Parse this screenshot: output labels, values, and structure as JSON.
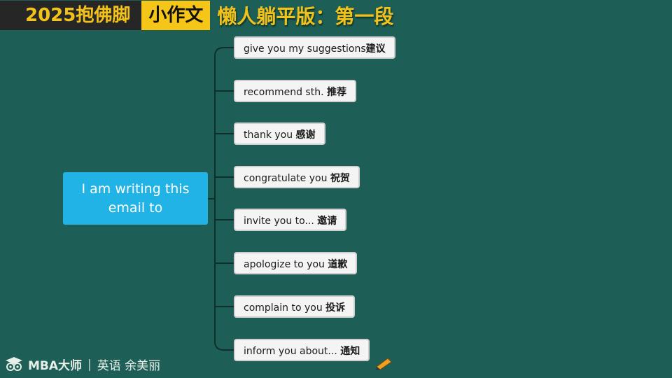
{
  "header": {
    "tag_year": "2025抱佛脚",
    "tag_topic": "小作文",
    "title": "懒人躺平版：第一段"
  },
  "mindmap": {
    "central": "I am writing this email to",
    "branches": [
      {
        "en": "give you my suggestions",
        "zh": "建议"
      },
      {
        "en": "recommend sth. ",
        "zh": "推荐"
      },
      {
        "en": "thank you ",
        "zh": "感谢"
      },
      {
        "en": "congratulate you ",
        "zh": "祝贺"
      },
      {
        "en": "invite you to... ",
        "zh": "邀请"
      },
      {
        "en": "apologize to you ",
        "zh": "道歉"
      },
      {
        "en": "complain to you ",
        "zh": "投诉"
      },
      {
        "en": "inform you about... ",
        "zh": "通知"
      }
    ]
  },
  "watermark": {
    "brand": "MBA大师",
    "separator": "|",
    "subtitle": "英语 余美丽"
  },
  "colors": {
    "board": "#1d5f56",
    "central_fill": "#22b3e6",
    "accent_yellow": "#f5c518",
    "node_fill": "#f4f4f4"
  },
  "icons": [
    "owl-logo-icon",
    "pencil-icon"
  ]
}
